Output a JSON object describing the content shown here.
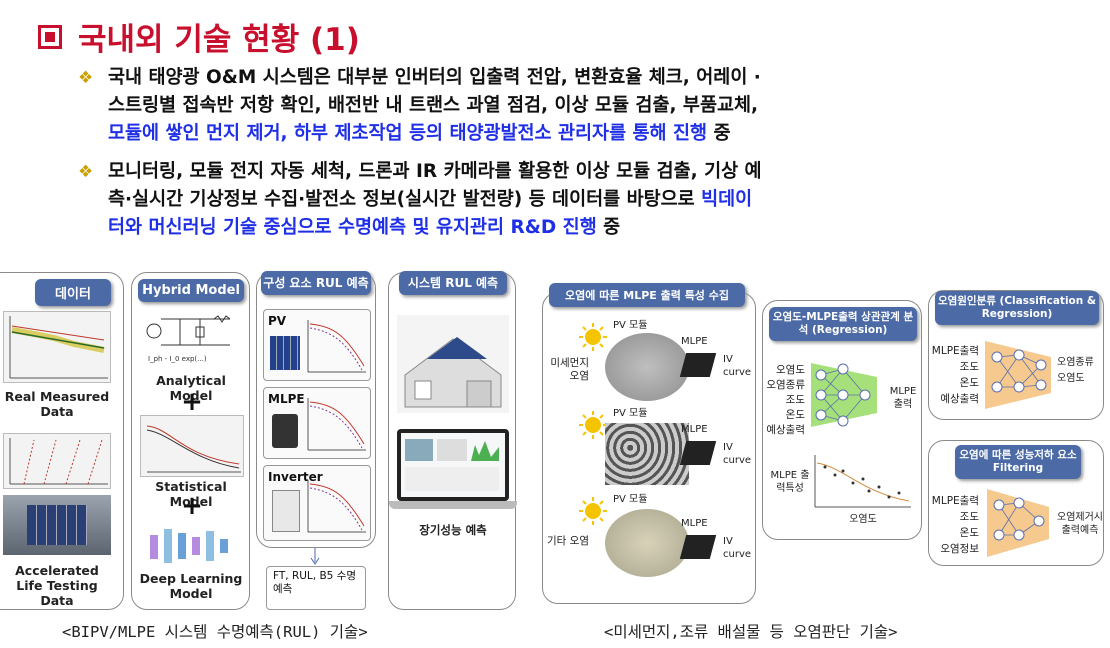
{
  "title": "국내외 기술 현황 (1)",
  "bullets": [
    {
      "marker": "❖",
      "lines": [
        {
          "black": "국내 태양광 O&M 시스템은 대부분 인버터의 입출력 전압, 변환효율 체크, 어레이 ·",
          "blue": "",
          "tail": ""
        },
        {
          "black": "스트링별 접속반 저항 확인, 배전반 내 트랜스 과열 점검, 이상 모듈 검출, 부품교체,",
          "blue": "",
          "tail": ""
        },
        {
          "black": "",
          "blue": "모듈에 쌓인 먼지 제거, 하부 제초작업 등의 태양광발전소 관리자를 통해 진행",
          "tail": " 중"
        }
      ]
    },
    {
      "marker": "❖",
      "lines": [
        {
          "black": " 모니터링, 모듈 전지 자동 세척, 드론과 IR 카메라를 활용한 이상 모듈 검출, 기상 예",
          "blue": "",
          "tail": ""
        },
        {
          "black": "측·실시간 기상정보 수집·발전소 정보(실시간 발전량) 등 데이터를 바탕으로 ",
          "blue": "빅데이",
          "tail": ""
        },
        {
          "black": "",
          "blue": "터와 머신러닝 기술 중심으로 수명예측 및 유지관리 R&D 진행",
          "tail": " 중"
        }
      ]
    }
  ],
  "left_diagram": {
    "col1": {
      "header": "데이터",
      "top_label": "Real Measured Data",
      "bottom_label": "Accelerated Life Testing Data"
    },
    "col2": {
      "header": "Hybrid Model",
      "items": [
        "Analytical Model",
        "Statistical Model",
        "Deep Learning Model"
      ],
      "plus": "+"
    },
    "col3": {
      "header": "구성 요소 RUL 예측",
      "items": [
        "PV",
        "MLPE",
        "Inverter"
      ],
      "output": "FT, RUL, B5 수명예측"
    },
    "col4": {
      "header": "시스템 RUL 예측",
      "label": "장기성능 예측"
    }
  },
  "right_diagram": {
    "panel1": {
      "header": "오염에 따른 MLPE 출력 특성 수집",
      "rows": [
        {
          "side": "미세먼지 오염",
          "pv": "PV 모듈",
          "mlpe": "MLPE",
          "iv": "IV curve"
        },
        {
          "side": "",
          "pv": "PV 모듈",
          "mlpe": "MLPE",
          "iv": "IV curve"
        },
        {
          "side": "기타 오염",
          "pv": "PV 모듈",
          "mlpe": "MLPE",
          "iv": "IV curve"
        }
      ]
    },
    "panel2": {
      "header": "오염도-MLPE출력 상관관계 분석 (Regression)",
      "inputs": [
        "오염도",
        "오염종류",
        "조도",
        "온도",
        "예상출력"
      ],
      "output": "MLPE 출력",
      "plot_ylabel": "MLPE 출력특성",
      "plot_xlabel": "오염도"
    },
    "panel3": {
      "header": "오염원인분류 (Classification & Regression)",
      "inputs": [
        "MLPE출력",
        "조도",
        "온도",
        "예상출력"
      ],
      "outputs": [
        "오염종류",
        "오염도"
      ]
    },
    "panel4": {
      "header": "오염에 따른 성능저하 요소 Filtering",
      "inputs": [
        "MLPE출력",
        "조도",
        "온도",
        "오염정보"
      ],
      "output": "오염제거시 출력예측"
    }
  },
  "captions": {
    "left": "<BIPV/MLPE 시스템 수명예측(RUL) 기술>",
    "right": "<미세먼지,조류 배설물 등 오염판단 기술>"
  },
  "colors": {
    "title": "#c8102e",
    "highlight": "#1f2fe6",
    "header": "#4b6aa6",
    "marker": "#c8a000"
  }
}
